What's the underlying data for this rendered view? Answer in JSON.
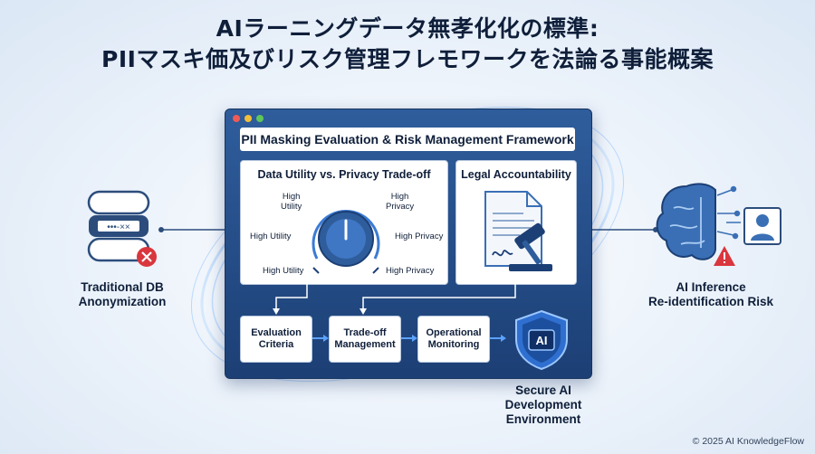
{
  "title": {
    "line1": "AIラーニングデータ無孝化化の標準:",
    "line2": "PIIマスキ価及びリスク管理フレモワークを法論る事能概案"
  },
  "framework": {
    "header": "PII Masking Evaluation & Risk Management Framework",
    "tradeoff_panel": {
      "title": "Data Utility vs. Privacy Trade-off",
      "dial_labels": {
        "upper_left": "High\nUtility",
        "upper_right": "High\nPrivacy",
        "mid_left": "High Utility",
        "mid_right": "High Privacy",
        "low_left": "High Utility",
        "low_right": "High Privacy"
      }
    },
    "legal_panel": {
      "title": "Legal Accountability"
    },
    "steps": [
      {
        "label": "Evaluation\nCriteria"
      },
      {
        "label": "Trade-off\nManagement"
      },
      {
        "label": "Operational\nMonitoring"
      }
    ],
    "shield_text": "AI"
  },
  "left_node": {
    "label": "Traditional DB\nAnonymization",
    "db_text": "•••-××"
  },
  "right_node": {
    "label": "AI Inference\nRe-identification Risk"
  },
  "bottom_node": {
    "label": "Secure AI\nDevelopment\nEnvironment"
  },
  "footer": "© 2025 AI KnowledgeFlow",
  "colors": {
    "navy": "#0f1f3a",
    "window_blue": "#2f5d9c",
    "accent_blue": "#3a7bd5",
    "alert_red": "#d9363e"
  },
  "icons": [
    "database-icon",
    "error-icon",
    "dial-icon",
    "document-icon",
    "gavel-icon",
    "shield-ai-icon",
    "brain-icon",
    "user-icon",
    "warning-icon"
  ]
}
